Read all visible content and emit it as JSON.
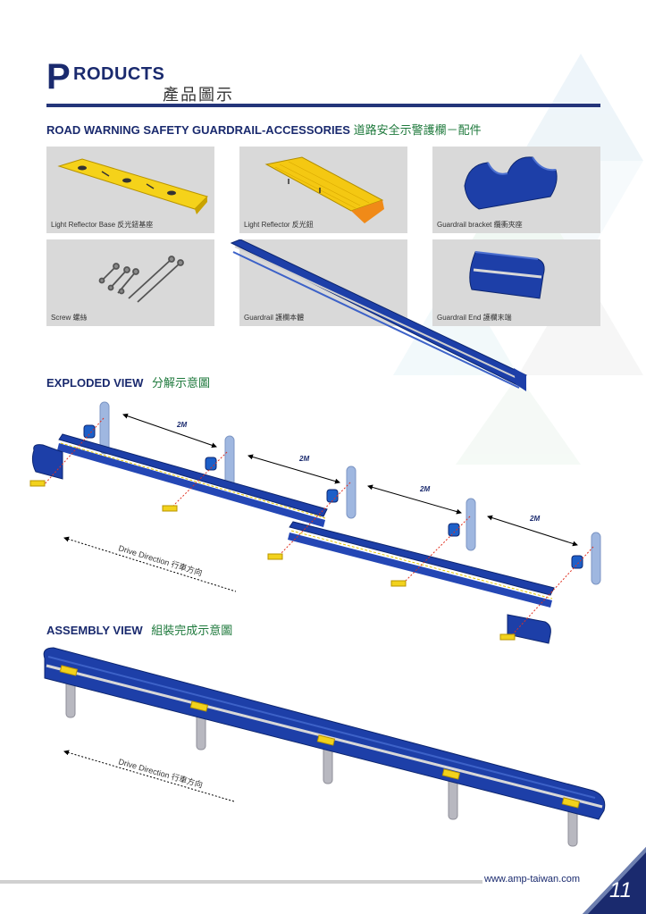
{
  "header": {
    "title_initial": "P",
    "title_rest": "RODUCTS",
    "subtitle_cn": "產品圖示"
  },
  "section": {
    "title_en": "ROAD WARNING SAFETY GUARDRAIL-ACCESSORIES",
    "title_cn": "道路安全示警護欄－配件"
  },
  "products": [
    {
      "caption": "Light  Reflector Base 反光鈕基座",
      "icon": "reflector-base-image"
    },
    {
      "caption": "Light  Reflector 反光鈕",
      "icon": "reflector-image"
    },
    {
      "caption": "Guardrail bracket 纜衝夾座",
      "icon": "bracket-image"
    },
    {
      "caption": "Screw 螺絲",
      "icon": "screw-image"
    },
    {
      "caption": "Guardrail 護欄本體",
      "icon": "guardrail-image"
    },
    {
      "caption": "Guardrail End 護欄末端",
      "icon": "guardrail-end-image"
    }
  ],
  "exploded": {
    "title_en": "EXPLODED VIEW",
    "title_cn": "分解示意圖",
    "spacing_labels": [
      "2M",
      "2M",
      "2M",
      "2M"
    ],
    "direction_label": "Drive Direction 行車方向"
  },
  "assembly": {
    "title_en": "ASSEMBLY VIEW",
    "title_cn": "組裝完成示意圖",
    "direction_label": "Drive Direction 行車方向"
  },
  "footer": {
    "url": "www.amp-taiwan.com",
    "page_number": "11"
  },
  "colors": {
    "brand_navy": "#1a2a6e",
    "rail_blue": "#1e3f9e",
    "reflector_yellow": "#f2d21c",
    "accent_green": "#1f7a3d"
  }
}
